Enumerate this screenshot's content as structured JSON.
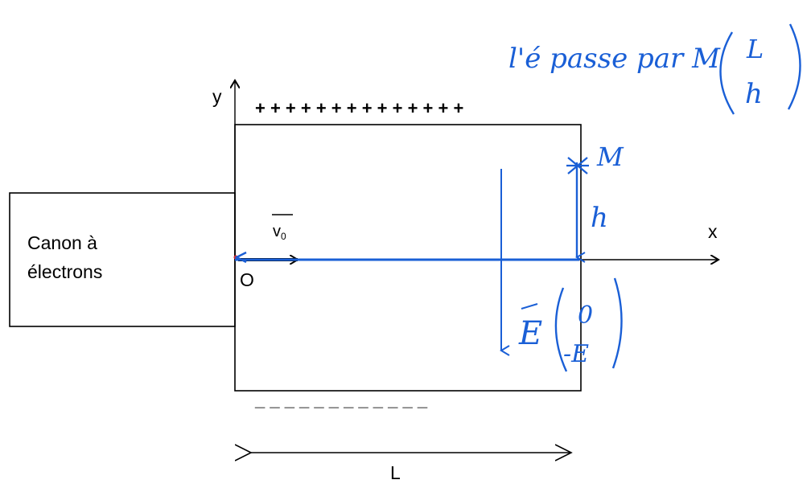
{
  "gun": {
    "line1": "Canon à",
    "line2": "électrons"
  },
  "axes": {
    "y": "y",
    "x": "x",
    "origin": "O"
  },
  "velocity": {
    "label": "v",
    "subscript": "0"
  },
  "plates": {
    "positive": "+ + + + + + + + + + + + + +",
    "negative": "_ _ _ _ _ _ _ _ _ _ _ _"
  },
  "length_label": "L",
  "annotations": {
    "title": "l'é passe par M",
    "title_L": "L",
    "title_h": "h",
    "point": "M",
    "height": "h",
    "field": "E",
    "field_x": "0",
    "field_y": "-E"
  },
  "colors": {
    "ink": "#000000",
    "annotation": "#1a5fd6"
  }
}
